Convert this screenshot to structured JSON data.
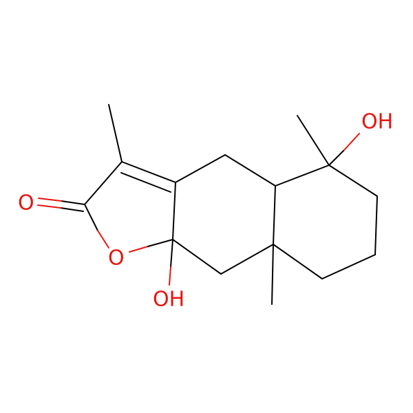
{
  "molecule": {
    "labels": {
      "carbonyl_oxygen": "O",
      "ring_oxygen": "O",
      "hydroxyl_bottom": "OH",
      "hydroxyl_top_right": "OH"
    },
    "colors": {
      "bond": "#000000",
      "heteroatom": "#e8140d",
      "background": "#ffffff"
    }
  }
}
